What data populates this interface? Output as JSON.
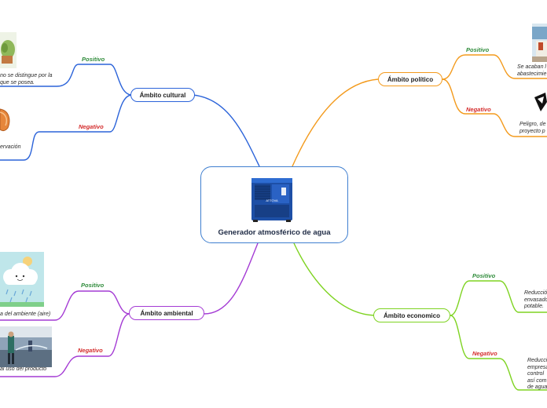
{
  "central": {
    "title": "Generador atmosférico de agua",
    "machine_brand": "ATTOVA"
  },
  "branches": {
    "cultural": {
      "label": "Ámbito cultural",
      "color": "#2b63d9",
      "positive": {
        "tag": "Positivo",
        "text_lines": [
          "no se distingue por la",
          "que se posea."
        ]
      },
      "negative": {
        "tag": "Negativo",
        "text_lines": [
          "ervación"
        ]
      }
    },
    "politico": {
      "label": "Ámbito político",
      "color": "#f39a1c",
      "positive": {
        "tag": "Positivo",
        "text_lines": [
          "Se acaban l",
          "abastecimie"
        ]
      },
      "negative": {
        "tag": "Negativo",
        "text_lines": [
          "Peligro, de",
          "proyecto p"
        ]
      }
    },
    "ambiental": {
      "label": "Ámbito ambiental",
      "color": "#a43bd4",
      "positive": {
        "tag": "Positivo",
        "text_lines": [
          "a del ambiente (aire)"
        ]
      },
      "negative": {
        "tag": "Negativo",
        "text_lines": [
          "al uso del producto"
        ]
      }
    },
    "economico": {
      "label": "Ámbito economico",
      "color": "#7ed321",
      "positive": {
        "tag": "Positivo",
        "text_lines": [
          "Reducció",
          "envasado",
          "potable."
        ]
      },
      "negative": {
        "tag": "Negativo",
        "text_lines": [
          "Reducci",
          "empresa",
          "control",
          "así com",
          "de agua"
        ]
      }
    }
  },
  "icons": {
    "cultural_positive_image": "plant-photo",
    "cultural_negative_image": "orange-object-photo",
    "politico_positive_image": "house-photo",
    "politico_negative_image": "black-white-graphic",
    "ambiental_positive_image": "cloud-cartoon",
    "ambiental_negative_image": "people-water-photo"
  }
}
